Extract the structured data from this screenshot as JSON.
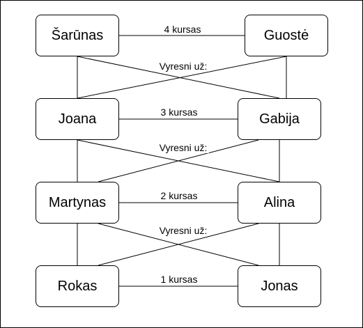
{
  "diagram": {
    "nodes": {
      "sarunas": "Šarūnas",
      "guoste": "Guostė",
      "joana": "Joana",
      "gabija": "Gabija",
      "martynas": "Martynas",
      "alina": "Alina",
      "rokas": "Rokas",
      "jonas": "Jonas"
    },
    "edge_labels": {
      "row1_course": "4 kursas",
      "row2_course": "3 kursas",
      "row3_course": "2 kursas",
      "row4_course": "1 kursas",
      "older1": "Vyresni už:",
      "older2": "Vyresni už:",
      "older3": "Vyresni už:"
    },
    "colors": {
      "stroke": "#000000",
      "background": "#ffffff"
    }
  }
}
